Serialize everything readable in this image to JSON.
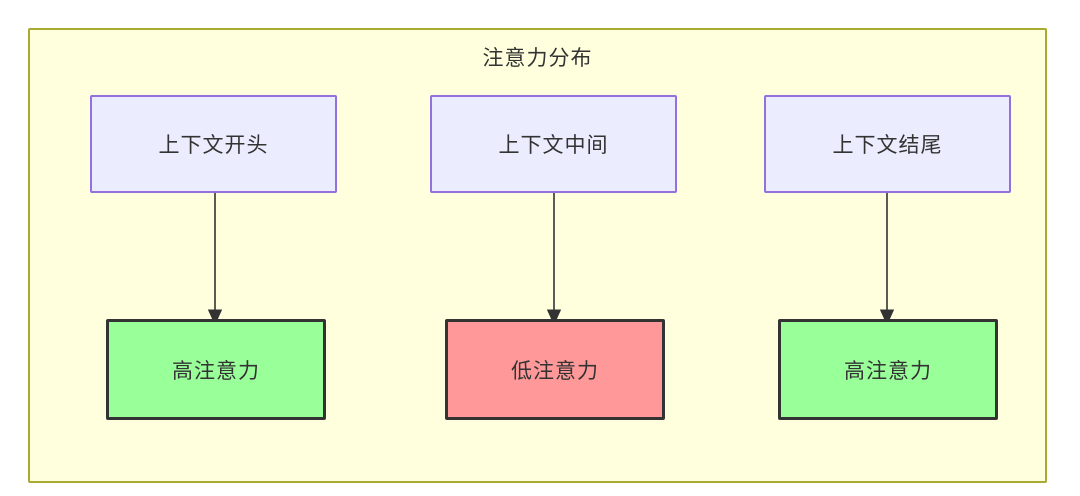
{
  "diagram": {
    "title": "注意力分布",
    "container": {
      "fill": "#ffffde",
      "stroke": "#aaaa33"
    },
    "nodes": [
      {
        "id": "ctx-start",
        "label": "上下文开头",
        "role": "source",
        "fill": "#ececff",
        "stroke": "#9370db"
      },
      {
        "id": "ctx-middle",
        "label": "上下文中间",
        "role": "source",
        "fill": "#ececff",
        "stroke": "#9370db"
      },
      {
        "id": "ctx-end",
        "label": "上下文结尾",
        "role": "source",
        "fill": "#ececff",
        "stroke": "#9370db"
      },
      {
        "id": "attn-high-1",
        "label": "高注意力",
        "role": "result",
        "fill": "#99ff99",
        "stroke": "#333333"
      },
      {
        "id": "attn-low",
        "label": "低注意力",
        "role": "result",
        "fill": "#ff9999",
        "stroke": "#333333"
      },
      {
        "id": "attn-high-2",
        "label": "高注意力",
        "role": "result",
        "fill": "#99ff99",
        "stroke": "#333333"
      }
    ],
    "edges": [
      {
        "from": "ctx-start",
        "to": "attn-high-1",
        "label": ""
      },
      {
        "from": "ctx-middle",
        "to": "attn-low",
        "label": ""
      },
      {
        "from": "ctx-end",
        "to": "attn-high-2",
        "label": ""
      }
    ]
  }
}
